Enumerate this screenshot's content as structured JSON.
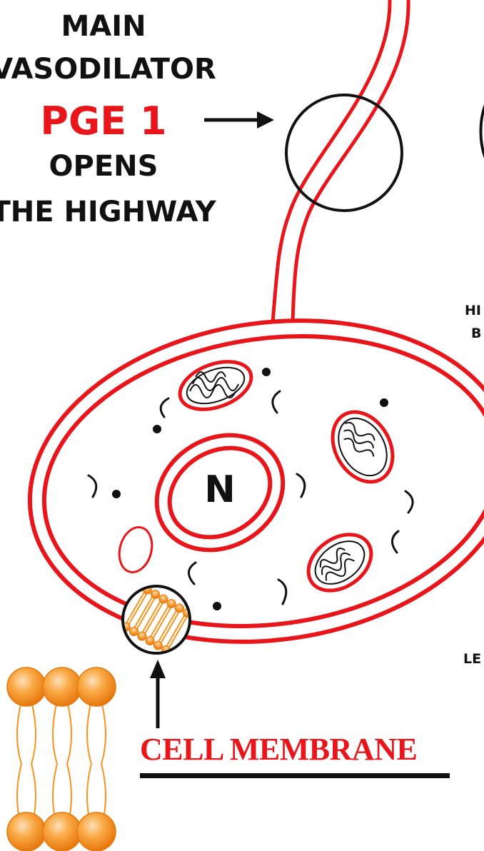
{
  "headline": {
    "line1": "MAIN",
    "line2": "VASODILATOR",
    "line3": "PGE 1",
    "line4": "OPENS",
    "line5": "THE HIGHWAY"
  },
  "edge_labels": {
    "right_upper_1": "HI",
    "right_upper_2": "B",
    "right_lower": "LE"
  },
  "nucleus_label": "N",
  "membrane_label": "CELL MEMBRANE",
  "colors": {
    "vessel_red": "#e8161b",
    "ink": "#111111",
    "lipid_orange": "#f7941d",
    "lipid_light": "#fbc98a"
  }
}
